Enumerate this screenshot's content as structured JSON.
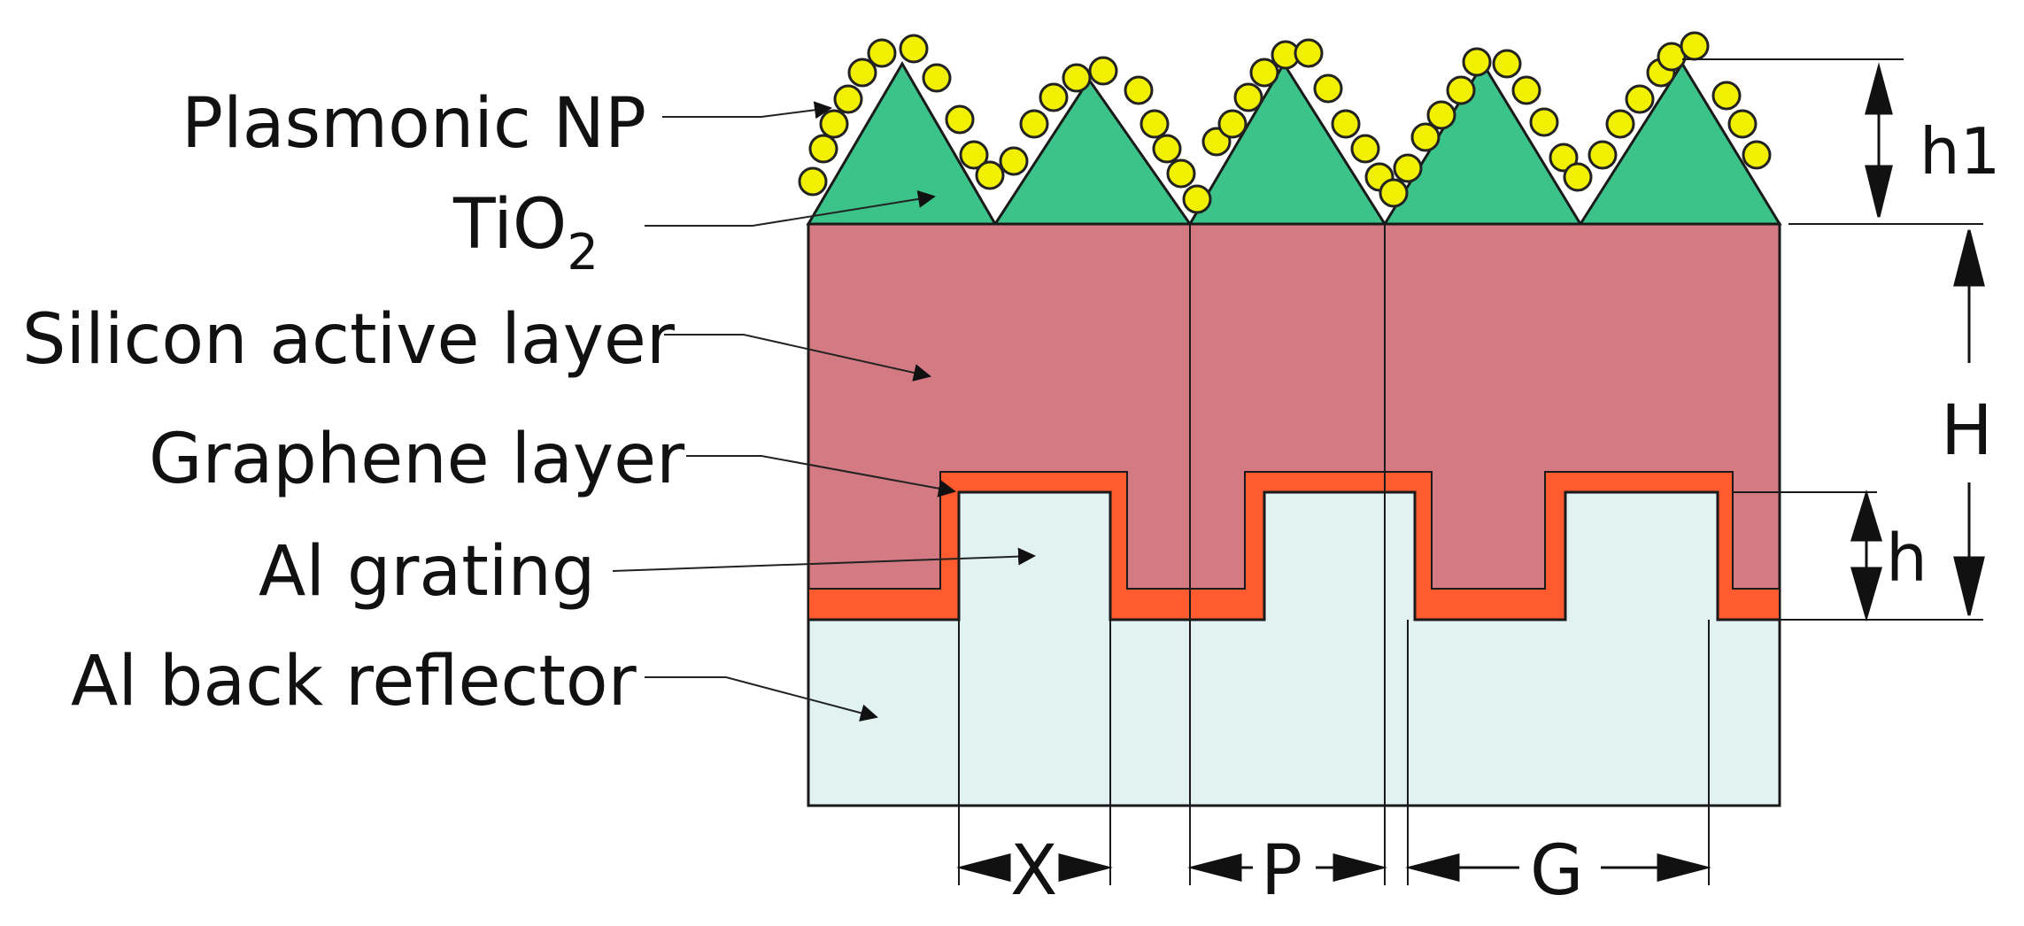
{
  "labels": {
    "plasmonic": "Plasmonic NP",
    "tio2_main": "TiO",
    "tio2_sub": "2",
    "silicon": "Silicon active layer",
    "graphene": "Graphene layer",
    "al_grating": "Al grating",
    "al_back": "Al back reflector"
  },
  "dimensions": {
    "h1": "h1",
    "H": "H",
    "h": "h",
    "X": "X",
    "P": "P",
    "G": "G"
  },
  "colors": {
    "tio2": "#3cc389",
    "silicon": "#d47a83",
    "graphene": "#ff5b2e",
    "aluminum": "#e2f2f0",
    "nanoparticle": "#f0f000",
    "outline": "#1a1a1a"
  }
}
